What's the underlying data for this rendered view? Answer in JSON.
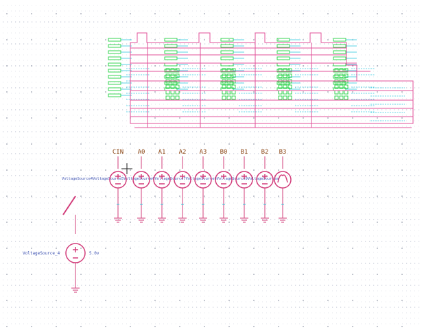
{
  "canvas": {
    "grid_visible": true,
    "background": "#ffffff",
    "grid_color": "#9aa3b8",
    "wire_color": "#e0509a",
    "pin_color": "#30c8e0",
    "block_color": "#20d040",
    "source_color": "#d23c7a",
    "source_label_color": "#8b4513",
    "bus_label_color": "#3a4fb0",
    "ground_color": "#d23c7a"
  },
  "sources": [
    {
      "label": "CIN"
    },
    {
      "label": "A0"
    },
    {
      "label": "A1"
    },
    {
      "label": "A2"
    },
    {
      "label": "A3"
    },
    {
      "label": "B0"
    },
    {
      "label": "B1"
    },
    {
      "label": "B2"
    },
    {
      "label": "B3"
    }
  ],
  "bus_label": "VoltageSource4VoltageSource5VoltageSource6VoltageSource7VoltageSource8VoltageSource9VoltageSourcea",
  "supply": {
    "label": "VoltageSource_4",
    "value": "5.0v"
  },
  "pulse_source_index": 8
}
